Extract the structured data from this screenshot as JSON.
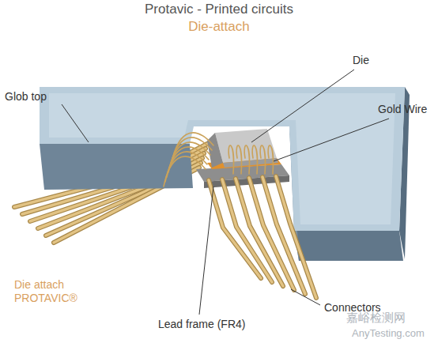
{
  "diagram": {
    "title": "Protavic - Printed circuits",
    "labels": [
      "Die-attach",
      "Glob top",
      "Die",
      "Gold Wire",
      "Die attach PROTAVIC®",
      "Lead frame (FR4)",
      "Connectors",
      "嘉峪检测网",
      "AnyTesting.com"
    ]
  }
}
